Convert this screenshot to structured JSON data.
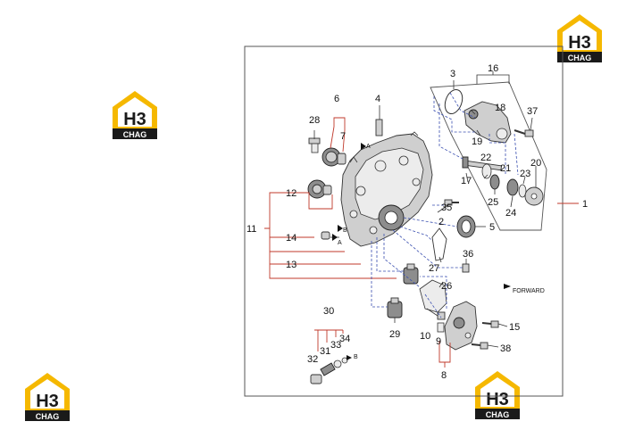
{
  "watermark": {
    "glyph": "H3",
    "word": "CHAG",
    "colors": {
      "gold": "#f5b800",
      "dark": "#1a1a1a",
      "light": "#ffffff"
    }
  },
  "callouts": {
    "c1": "1",
    "c2": "2",
    "c3": "3",
    "c4": "4",
    "c5": "5",
    "c6": "6",
    "c7": "7",
    "c8": "8",
    "c9": "9",
    "c10": "10",
    "c11": "11",
    "c12": "12",
    "c13": "13",
    "c14": "14",
    "c15": "15",
    "c16": "16",
    "c17": "17",
    "c18": "18",
    "c19": "19",
    "c20": "20",
    "c21": "21",
    "c22": "22",
    "c23": "23",
    "c24": "24",
    "c25": "25",
    "c26": "26",
    "c27": "27",
    "c28": "28",
    "c29": "29",
    "c30": "30",
    "c31": "31",
    "c32": "32",
    "c33": "33",
    "c34": "34",
    "c35": "35",
    "c36": "36",
    "c37": "37",
    "c38": "38"
  },
  "notes": {
    "forward": "FORWARD",
    "marker_a": "A",
    "marker_b": "B"
  },
  "colors": {
    "leader_red": "#c0392b",
    "leader_blue": "#3a4fb0",
    "frame": "#555555"
  }
}
